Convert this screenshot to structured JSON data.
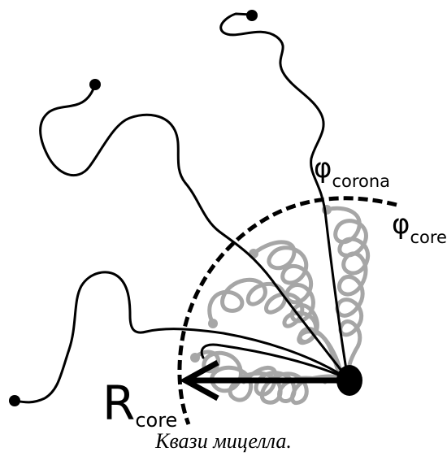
{
  "labels": {
    "phi_corona": {
      "symbol": "φ",
      "sub": "corona"
    },
    "phi_core": {
      "symbol": "φ",
      "sub": "core"
    },
    "r_core": {
      "symbol": "R",
      "sub": "core"
    }
  },
  "caption": "Квази мицелла.",
  "colors": {
    "outer_chains": "#000000",
    "core_chains": "#a6a6a6",
    "core_boundary": "#000000",
    "arrow": "#000000"
  }
}
